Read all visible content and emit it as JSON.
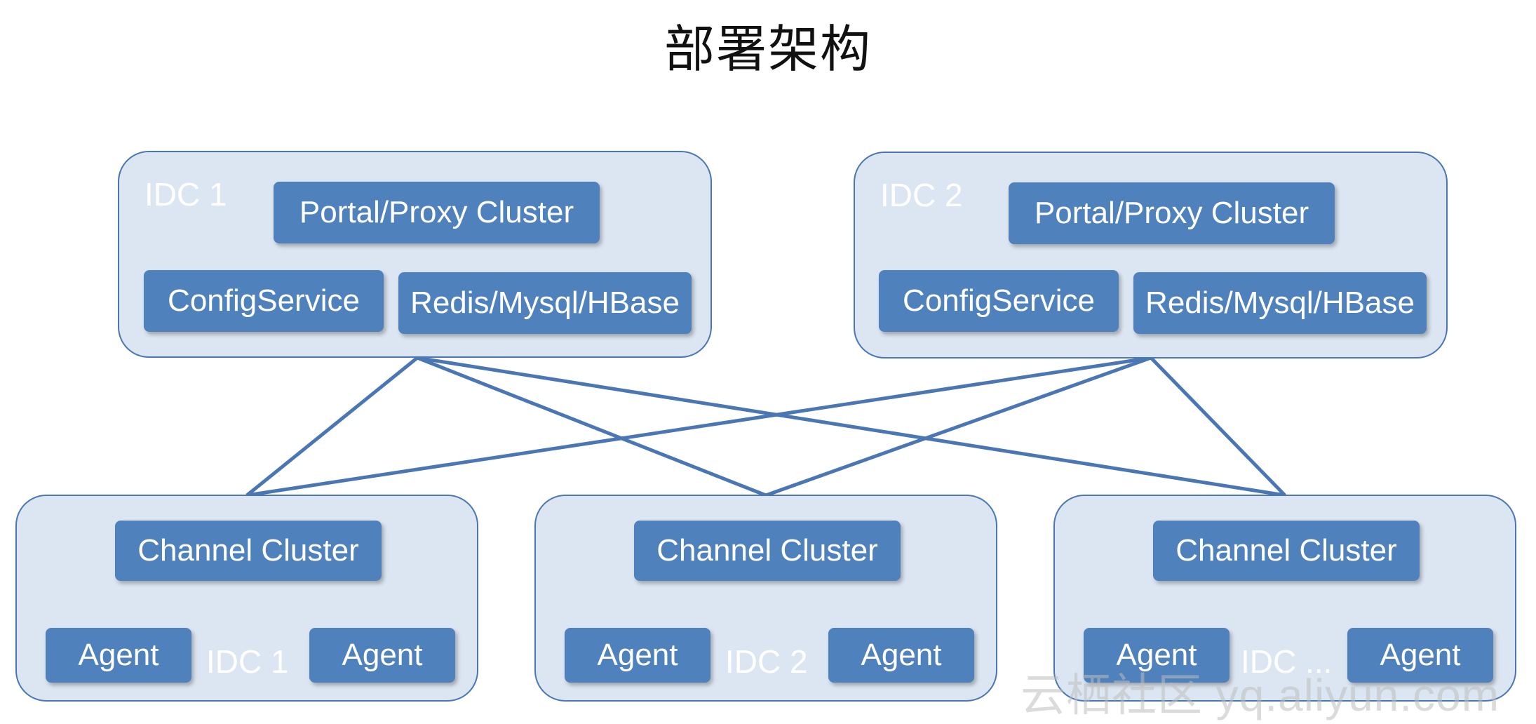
{
  "title": "部署架构",
  "idc_regions": [
    {
      "label": "IDC 1",
      "portal": "Portal/Proxy Cluster",
      "config": "ConfigService",
      "storage": "Redis/Mysql/HBase"
    },
    {
      "label": "IDC 2",
      "portal": "Portal/Proxy Cluster",
      "config": "ConfigService",
      "storage": "Redis/Mysql/HBase"
    }
  ],
  "channel_regions": [
    {
      "label": "IDC 1",
      "channel": "Channel Cluster",
      "agent_left": "Agent",
      "agent_right": "Agent"
    },
    {
      "label": "IDC 2",
      "channel": "Channel Cluster",
      "agent_left": "Agent",
      "agent_right": "Agent"
    },
    {
      "label": "IDC ...",
      "channel": "Channel Cluster",
      "agent_left": "Agent",
      "agent_right": "Agent"
    }
  ],
  "colors": {
    "region_fill": "#dce6f2",
    "region_border": "#4a76b4",
    "box_fill": "#4f81bd",
    "line": "#4a76b4"
  },
  "watermark": "云栖社区 yq.aliyun.com"
}
